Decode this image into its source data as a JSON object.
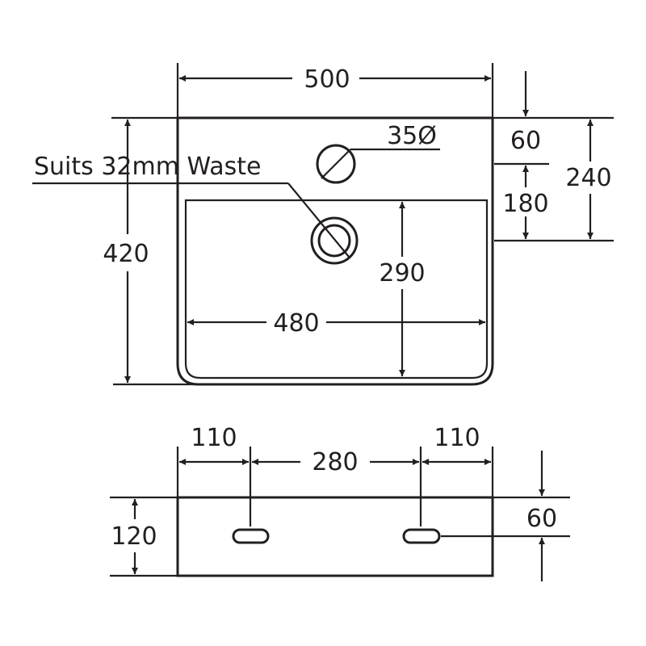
{
  "title": "",
  "top_view": {
    "overall_width": "500",
    "basin_width": "480",
    "overall_depth": "420",
    "basin_depth": "290",
    "tap_hole_diameter": "35Ø",
    "tap_to_back": "60",
    "tap_to_waste": "180",
    "back_to_waste": "240",
    "waste_note": "Suits 32mm Waste"
  },
  "rear_view": {
    "left_edge_to_fixing": "110",
    "fixing_spacing": "280",
    "right_edge_to_fixing": "110",
    "height": "120",
    "fixing_height": "60"
  }
}
